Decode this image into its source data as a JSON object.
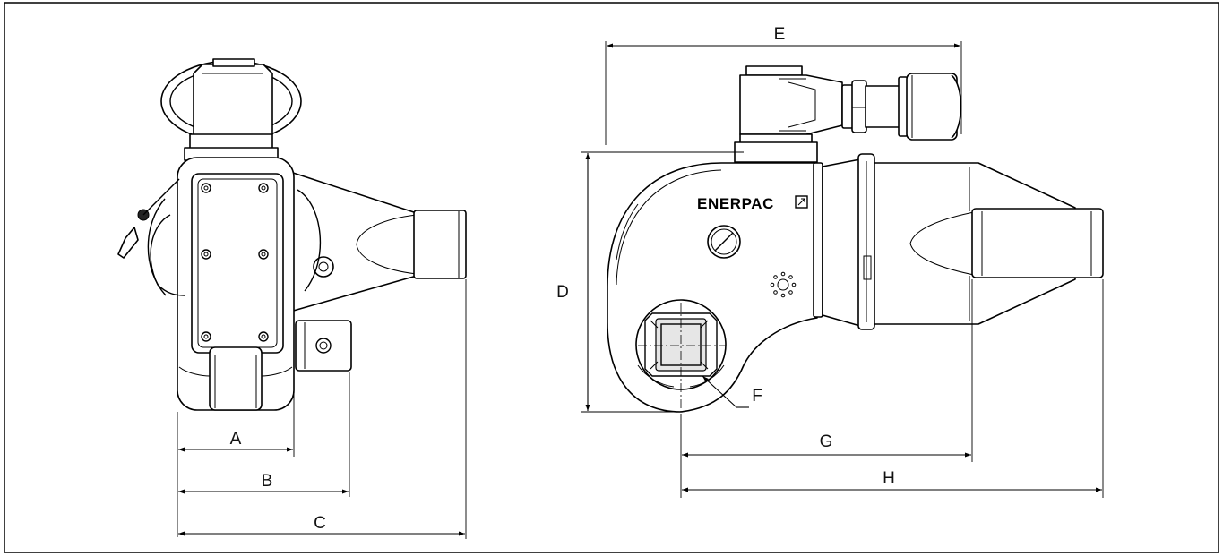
{
  "brand": {
    "name": "ENERPAC",
    "mark": "enerpac-logo-square"
  },
  "dimensions": {
    "A": "A",
    "B": "B",
    "C": "C",
    "D": "D",
    "E": "E",
    "F": "F",
    "G": "G",
    "H": "H"
  },
  "colors": {
    "line": "#000000",
    "background": "#ffffff",
    "shade": "#e6e6e6"
  },
  "icons": {
    "brightness": "sun-icon",
    "cover": "slot-plug-icon"
  }
}
